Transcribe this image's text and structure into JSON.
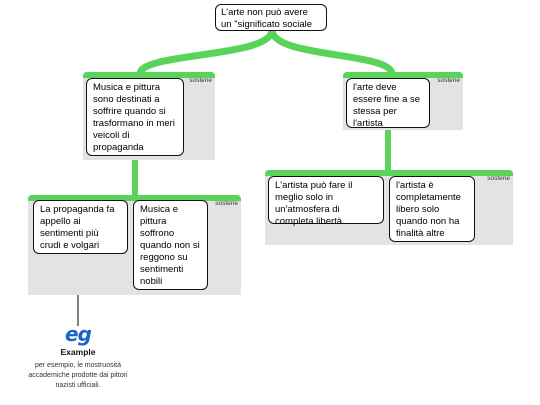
{
  "root": {
    "text": "L'arte non può avere un \"significato sociale"
  },
  "groups": [
    {
      "label": "sostene"
    },
    {
      "label": "sostene"
    },
    {
      "label": "sostene"
    },
    {
      "label": "sostene"
    }
  ],
  "nodes": {
    "left": "Musica e pittura sono destinati a soffrire quando si trasformano in meri veicoli di propaganda",
    "right": "l'arte deve essere fine a se stessa per l'artista",
    "left_a": "La propaganda fa appello ai sentimenti più crudi e volgari",
    "left_b": "Musica e pittura soffrono quando non si reggono su sentimenti nobili",
    "right_a": "L'artista può fare il meglio solo in un'atmosfera di completa libertà",
    "right_b": "l'artista è completamente libero solo quando non ha finalità altre"
  },
  "example": {
    "icon_text": "eg",
    "title": "Example",
    "text": "per esempio, le mostruosità accademiche prodotte dai pittori nazisti ufficiali."
  },
  "colors": {
    "connector": "#5ad35a",
    "group_bg": "#e3e3e3",
    "icon": "#1c64c8"
  }
}
